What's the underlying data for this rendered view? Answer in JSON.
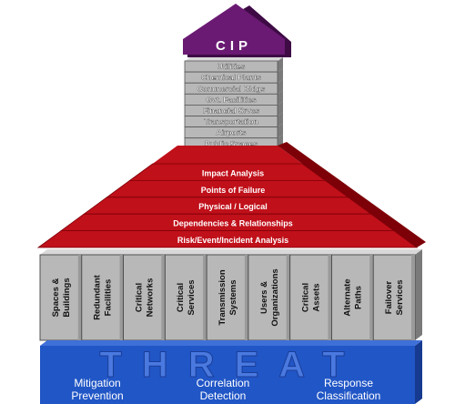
{
  "cap": {
    "title": "CIP"
  },
  "sectors": [
    "Utilities",
    "Chemical Plants",
    "Commercial Bldgs",
    "Gvt. Facilities",
    "Financial Srvcs",
    "Transportation",
    "Airports",
    "Public Spaces"
  ],
  "analysis_layers": [
    "Impact Analysis",
    "Points of Failure",
    "Physical / Logical",
    "Dependencies & Relationships",
    "Risk/Event/Incident Analysis"
  ],
  "pillars": [
    [
      "Spaces &",
      "Buildings"
    ],
    [
      "Redundant",
      "Facilities"
    ],
    [
      "Critical",
      "Networks"
    ],
    [
      "Critical",
      "Services"
    ],
    [
      "Transmission",
      "Systems"
    ],
    [
      "Users &",
      "Organizations"
    ],
    [
      "Critical",
      "Assets"
    ],
    [
      "Alternate",
      "Paths"
    ],
    [
      "Failover",
      "Services"
    ]
  ],
  "base": {
    "watermark": "THREAT",
    "columns": [
      [
        "Mitigation",
        "Prevention"
      ],
      [
        "Correlation",
        "Detection"
      ],
      [
        "Response",
        "Classification"
      ]
    ]
  },
  "colors": {
    "purple": "#6a1a73",
    "purple_dark": "#3e0b45",
    "gray_front": "#b8b8b8",
    "gray_side": "#7a7a7a",
    "gray_top": "#d8d8d8",
    "red": "#c0101a",
    "red_dark": "#7d0008",
    "blue": "#2156c6",
    "blue_dark": "#163a8f",
    "white": "#ffffff",
    "black": "#111111"
  }
}
